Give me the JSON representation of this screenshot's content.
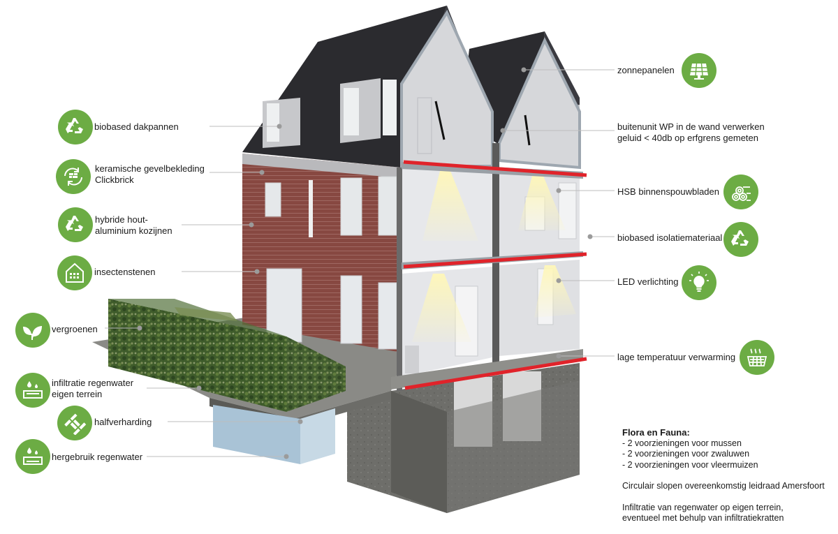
{
  "features_left": [
    {
      "id": "dakpannen",
      "lines": [
        "biobased dakpannen"
      ],
      "icon": "recycle-icon"
    },
    {
      "id": "gevel",
      "lines": [
        "keramische gevelbekleding",
        "Clickbrick"
      ],
      "icon": "recycled-brick-icon"
    },
    {
      "id": "kozijnen",
      "lines": [
        "hybride hout-",
        "aluminium kozijnen"
      ],
      "icon": "recycle-icon"
    },
    {
      "id": "insect",
      "lines": [
        "insectenstenen"
      ],
      "icon": "insect-house-icon"
    },
    {
      "id": "groen",
      "lines": [
        "vergroenen"
      ],
      "icon": "leaf-sprout-icon"
    },
    {
      "id": "infiltratie",
      "lines": [
        "infiltratie regenwater",
        "eigen terrein"
      ],
      "icon": "rain-infiltration-icon"
    },
    {
      "id": "halfverharding",
      "lines": [
        "halfverharding"
      ],
      "icon": "paving-pattern-icon"
    },
    {
      "id": "hergebruik",
      "lines": [
        "hergebruik regenwater"
      ],
      "icon": "rain-reuse-icon"
    }
  ],
  "features_right": [
    {
      "id": "zon",
      "lines": [
        "zonnepanelen"
      ],
      "icon": "solar-panel-icon"
    },
    {
      "id": "wp",
      "lines": [
        "buitenunit WP in de wand verwerken",
        "geluid < 40db op erfgrens gemeten"
      ],
      "icon": ""
    },
    {
      "id": "hsb",
      "lines": [
        "HSB binnenspouwbladen"
      ],
      "icon": "timber-logs-icon"
    },
    {
      "id": "isolatie",
      "lines": [
        "biobased isolatiemateriaal"
      ],
      "icon": "recycle-icon"
    },
    {
      "id": "led",
      "lines": [
        "LED verlichting"
      ],
      "icon": "light-bulb-icon"
    },
    {
      "id": "verwarming",
      "lines": [
        "lage temperatuur verwarming"
      ],
      "icon": "floor-heating-icon"
    }
  ],
  "notes": {
    "heading": "Flora en Fauna:",
    "items": [
      "- 2 voorzieningen voor mussen",
      "- 2 voorzieningen voor zwaluwen",
      "- 2 voorzieningen voor vleermuizen"
    ],
    "circular": "Circulair slopen overeenkomstig leidraad Amersfoort",
    "infiltration": [
      "Infiltratie van regenwater op eigen terrein,",
      "eventueel met behulp van infiltratiekratten"
    ]
  },
  "colors": {
    "badge": "#6cac44",
    "roof": "#2b2b2f",
    "brick": "#8a4a42",
    "wall": "#dcdde0",
    "slab_red": "#e0232a",
    "hedge": "#3c5a2a"
  }
}
